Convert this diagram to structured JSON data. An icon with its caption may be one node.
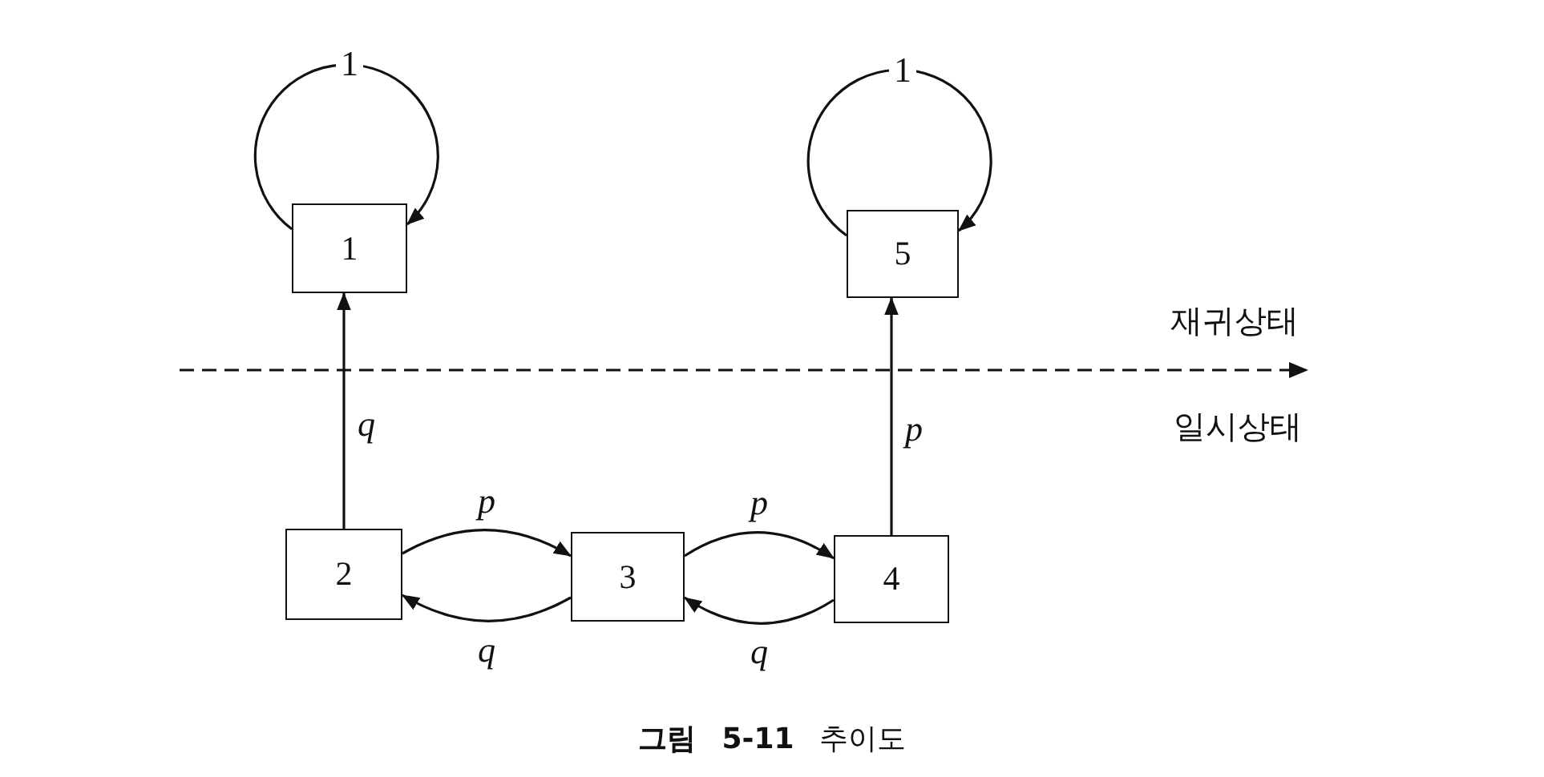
{
  "diagram": {
    "caption": "**그림 5-11** 추이도",
    "nodes": [
      {
        "text": [
          "1"
        ]
      },
      {
        "text": [
          "5"
        ]
      },
      {
        "text": [
          "2"
        ]
      },
      {
        "text": [
          "3"
        ]
      },
      {
        "text": [
          "4"
        ]
      }
    ],
    "edges": [
      {
        "from": 0,
        "to": 0,
        "arrow": "to",
        "label": "1"
      },
      {
        "from": 1,
        "to": 1,
        "arrow": "to",
        "label": "1"
      },
      {
        "from": 2,
        "to": 0,
        "arrow": "to",
        "label": "q"
      },
      {
        "from": 4,
        "to": 1,
        "arrow": "to",
        "label": "p"
      },
      {
        "from": 2,
        "to": 3,
        "arrow": "to",
        "label": "p"
      },
      {
        "from": 3,
        "to": 2,
        "arrow": "to",
        "label": "q"
      },
      {
        "from": 3,
        "to": 4,
        "arrow": "to",
        "label": "p"
      },
      {
        "from": 4,
        "to": 3,
        "arrow": "to",
        "label": "q"
      }
    ],
    "labels": [
      "재귀상태",
      "일시상태"
    ]
  }
}
